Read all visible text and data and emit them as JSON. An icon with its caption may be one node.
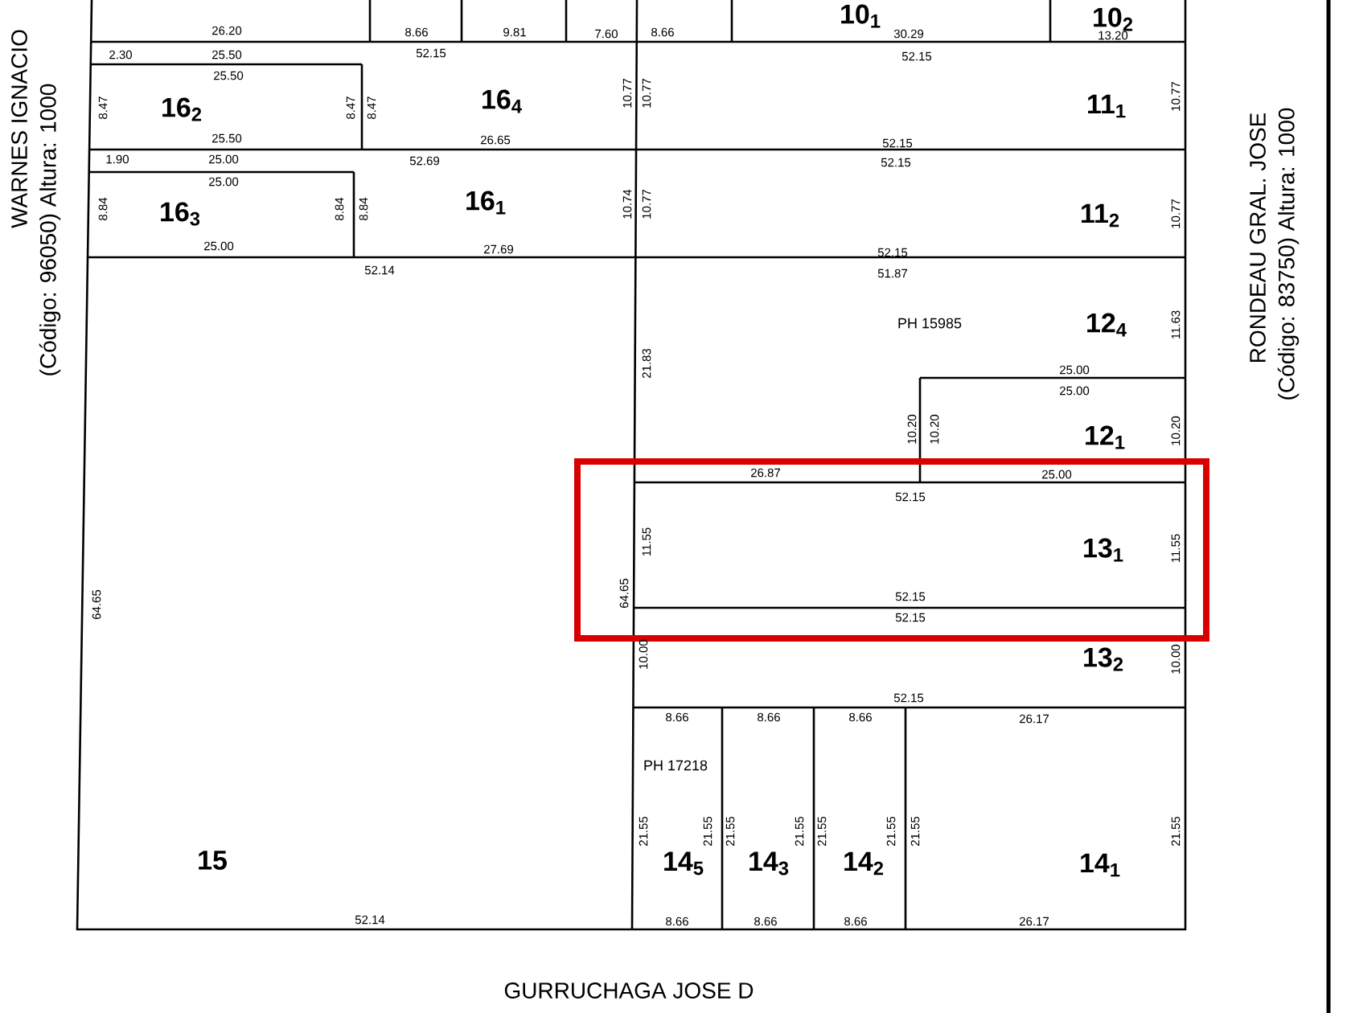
{
  "diagram": {
    "nodes": [
      {
        "text": [
          "10$_{1}$"
        ]
      },
      {
        "text": [
          "10$_{2}$"
        ]
      },
      {
        "text": [
          "16$_{2}$"
        ]
      },
      {
        "text": [
          "16$_{4}$"
        ]
      },
      {
        "text": [
          "11$_{1}$"
        ]
      },
      {
        "text": [
          "16$_{3}$"
        ]
      },
      {
        "text": [
          "16$_{1}$"
        ]
      },
      {
        "text": [
          "11$_{2}$"
        ]
      },
      {
        "text": [
          "12$_{4}$"
        ]
      },
      {
        "text": [
          "12$_{1}$"
        ]
      },
      {
        "text": [],
        "shape": "box"
      },
      {
        "text": [
          "13$_{1}$"
        ],
        "in": 10
      },
      {
        "text": [
          "13$_{2}$"
        ]
      },
      {
        "text": [
          "15"
        ]
      },
      {
        "text": [
          "14$_{5}$"
        ]
      },
      {
        "text": [
          "14$_{3}$"
        ]
      },
      {
        "text": [
          "14$_{2}$"
        ]
      },
      {
        "text": [
          "14$_{1}$"
        ]
      }
    ],
    "labels": [
      "WARNES IGNACIO",
      "(Código: 96050) Altura: 1000",
      "26.20",
      "8.66",
      "9.81",
      "7.60",
      "8.66",
      "30.29",
      "13.20",
      "2.30",
      "25.50",
      "52.15",
      "52.15",
      "25.50",
      "8.47",
      "8.47",
      "8.47",
      "10.77",
      "10.77",
      "10.77",
      "25.50",
      "26.65",
      "52.15",
      "1.90",
      "25.00",
      "52.69",
      "52.15",
      "25.00",
      "8.84",
      "8.84",
      "8.84",
      "10.74",
      "10.77",
      "10.77",
      "25.00",
      "27.69",
      "52.15",
      "52.14",
      "51.87",
      "PH 15985",
      "11.63",
      "21.83",
      "25.00",
      "25.00",
      "10.20",
      "10.20",
      "10.20",
      "26.87",
      "25.00",
      "52.15",
      "64.65",
      "11.55",
      "11.55",
      "64.65",
      "52.15",
      "52.15",
      "10.00",
      "10.00",
      "52.15",
      "8.66",
      "8.66",
      "8.66",
      "26.17",
      "PH 17218",
      "21.55",
      "21.55",
      "21.55",
      "21.55",
      "21.55",
      "21.55",
      "21.55",
      "21.55",
      "52.14",
      "8.66",
      "8.66",
      "8.66",
      "26.17",
      "RONDEAU GRAL. JOSE",
      "(Código: 83750) Altura: 1000",
      "GURRUCHAGA JOSE D"
    ]
  }
}
